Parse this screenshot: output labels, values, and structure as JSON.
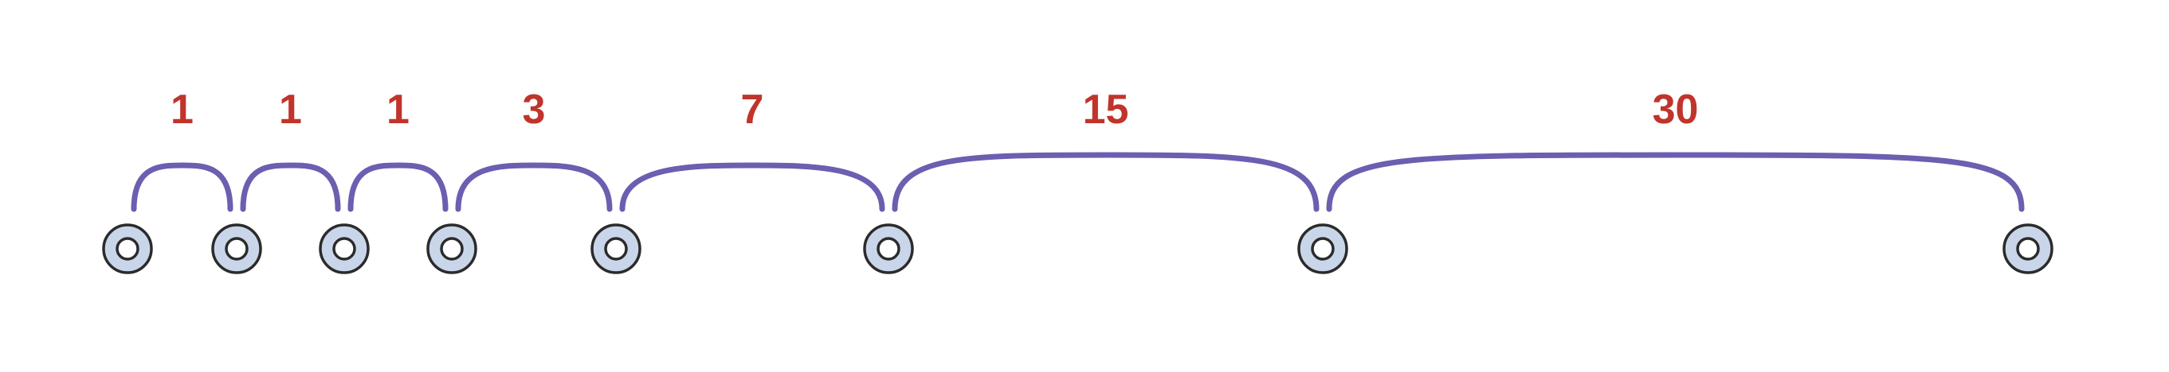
{
  "colors": {
    "arc": "#6a5fb0",
    "label": "#c0342b",
    "node_fill": "#c9d6ea",
    "node_stroke": "#2b2b2b"
  },
  "node_count": 8,
  "gaps": [
    {
      "label": "1"
    },
    {
      "label": "1"
    },
    {
      "label": "1"
    },
    {
      "label": "3"
    },
    {
      "label": "7"
    },
    {
      "label": "15"
    },
    {
      "label": "30"
    }
  ]
}
